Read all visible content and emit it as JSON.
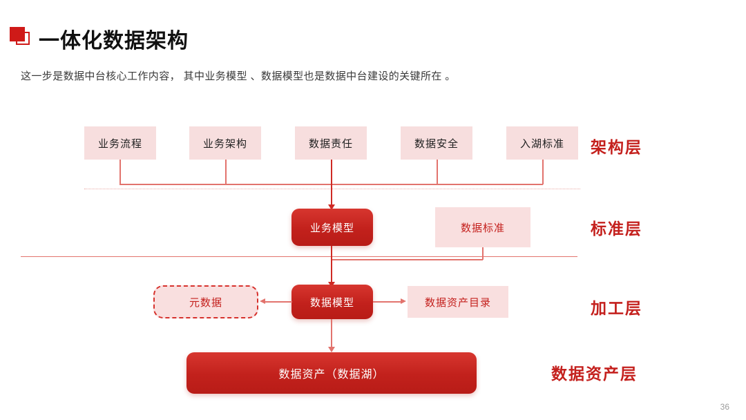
{
  "slide": {
    "title": "一体化数据架构",
    "subtitle": "这一步是数据中台核心工作内容， 其中业务模型 、数据模型也是数据中台建设的关键所在 。",
    "page_number": "36",
    "brand_icon": "overlapping-squares-icon",
    "accent_color": "#c4201d",
    "node_fill_pink": "#f7dede",
    "node_fill_red": "#c2211c",
    "connector_color": "#e2736d"
  },
  "layers": [
    {
      "name": "architecture",
      "label": "架构层"
    },
    {
      "name": "standard",
      "label": "标准层"
    },
    {
      "name": "processing",
      "label": "加工层"
    },
    {
      "name": "asset",
      "label": "数据资产层"
    }
  ],
  "architecture_nodes": [
    {
      "label": "业务流程"
    },
    {
      "label": "业务架构"
    },
    {
      "label": "数据责任"
    },
    {
      "label": "数据安全"
    },
    {
      "label": "入湖标准"
    }
  ],
  "standard_nodes": [
    {
      "label": "业务模型",
      "style": "solid-red"
    },
    {
      "label": "数据标准",
      "style": "flat-pink-red"
    }
  ],
  "processing_nodes": [
    {
      "label": "元数据",
      "style": "dashed-pink"
    },
    {
      "label": "数据模型",
      "style": "solid-red"
    },
    {
      "label": "数据资产目录",
      "style": "flat-pink-red"
    }
  ],
  "asset_nodes": [
    {
      "label": "数据资产（数据湖）",
      "style": "solid-red"
    }
  ]
}
